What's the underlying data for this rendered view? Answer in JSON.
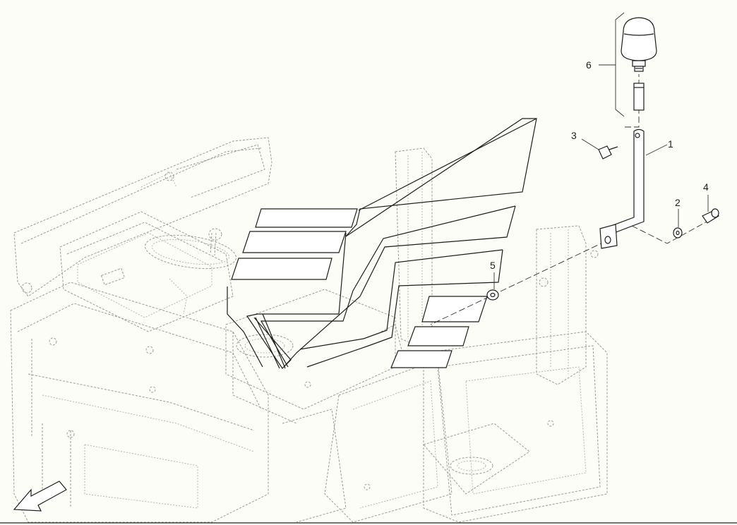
{
  "callouts": [
    {
      "id": "1",
      "label": "1"
    },
    {
      "id": "2",
      "label": "2"
    },
    {
      "id": "3",
      "label": "3"
    },
    {
      "id": "4",
      "label": "4"
    },
    {
      "id": "5",
      "label": "5"
    },
    {
      "id": "6",
      "label": "6"
    }
  ],
  "colors": {
    "background": "#fdfdf7",
    "part_stroke": "#1e1e1e",
    "ghost_stroke": "#9a9a9a"
  }
}
